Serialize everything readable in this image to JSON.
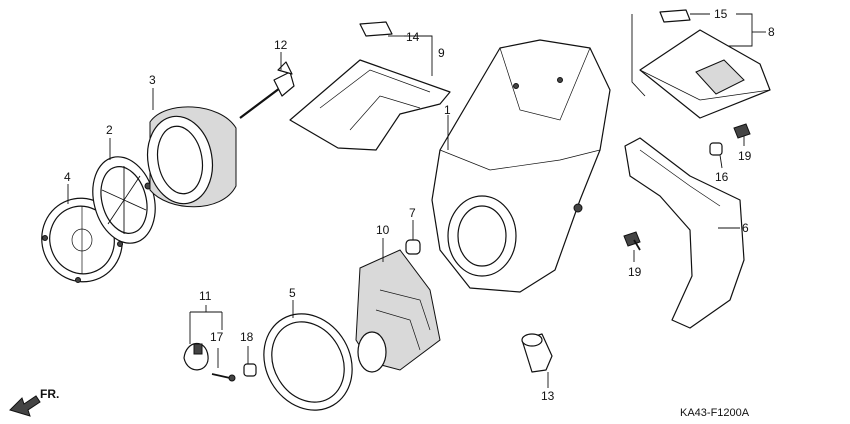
{
  "diagram": {
    "code": "KA43-F1200A",
    "front_label": "FR.",
    "callouts": [
      "1",
      "2",
      "3",
      "4",
      "5",
      "6",
      "7",
      "8",
      "9",
      "10",
      "11",
      "12",
      "13",
      "14",
      "15",
      "16",
      "17",
      "18",
      "19",
      "19"
    ]
  }
}
